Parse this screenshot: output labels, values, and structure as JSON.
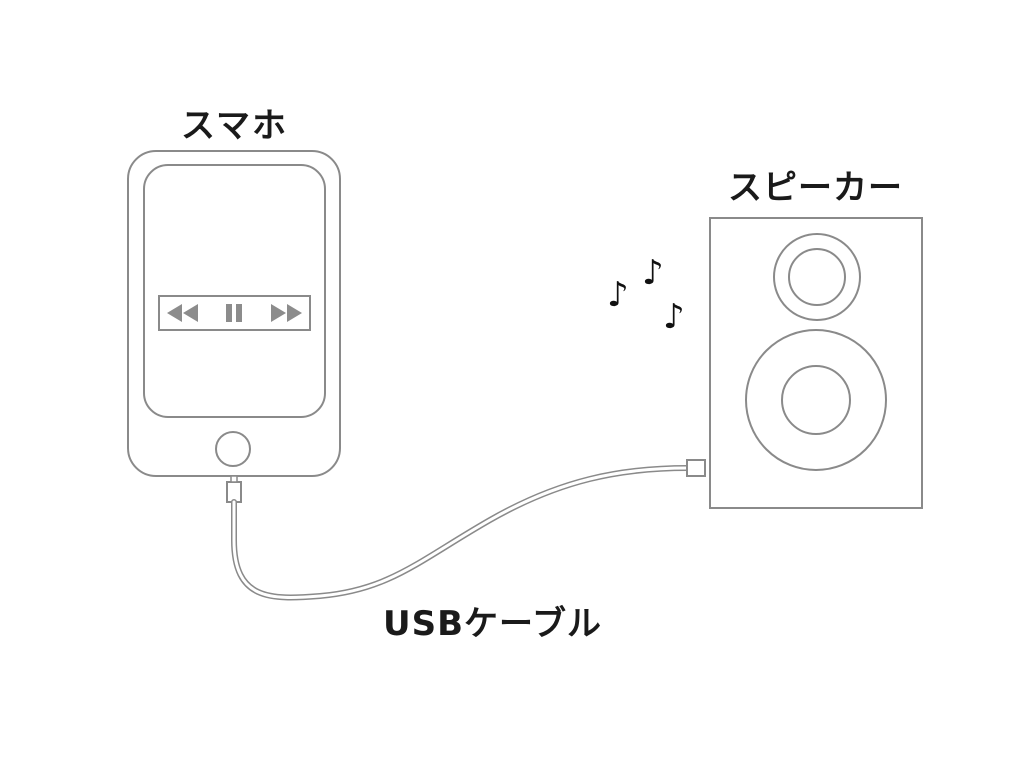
{
  "labels": {
    "phone": "スマホ",
    "speaker": "スピーカー",
    "cable": "USBケーブル"
  },
  "icons": {
    "controls": [
      "rewind-icon",
      "pause-icon",
      "fast-forward-icon"
    ],
    "notes": [
      "music-note-icon",
      "music-note-icon",
      "music-note-icon"
    ]
  },
  "colors": {
    "outline": "#8a8a8a",
    "control_fill": "#8c8c8c",
    "text": "#1a1a1a"
  }
}
